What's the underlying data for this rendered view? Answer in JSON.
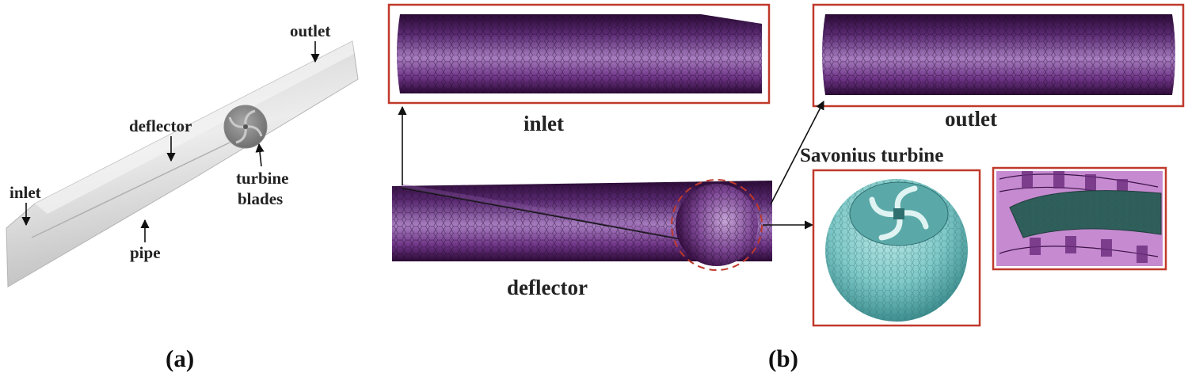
{
  "panel_a": {
    "labels": {
      "outlet": "outlet",
      "deflector": "deflector",
      "inlet": "inlet",
      "pipe": "pipe",
      "turbine_line1": "turbine",
      "turbine_line2": "blades"
    },
    "caption": "(a)"
  },
  "panel_b": {
    "labels": {
      "inlet": "inlet",
      "outlet": "outlet",
      "deflector": "deflector",
      "savonius": "Savonius turbine"
    },
    "caption": "(b)"
  },
  "colors": {
    "mesh_purple_dark": "#3a1046",
    "mesh_purple_mid": "#7a3f8e",
    "mesh_purple_light": "#a77dc0",
    "frame_red": "#c0392b",
    "turbine_teal": "#7fc9c8",
    "pipe_gray": "#d9d9d9"
  }
}
